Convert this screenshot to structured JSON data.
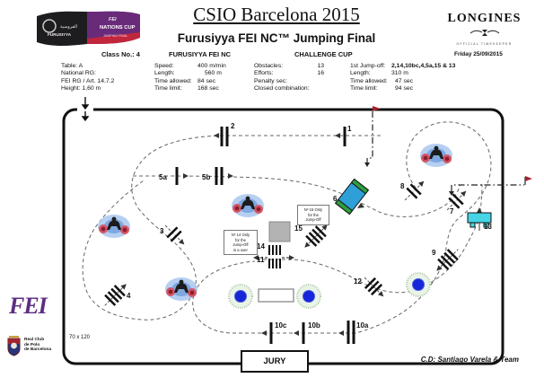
{
  "header": {
    "title": "CSIO Barcelona 2015",
    "subtitle": "Furusiyya FEI NC™ Jumping Final",
    "furusiyya": {
      "arabic": "الفروسية",
      "left": "FURUSIYYA",
      "fei": "FEI",
      "right1": "NATIONS CUP",
      "right2": "JUMPING FINAL"
    },
    "longines": {
      "name": "LONGINES",
      "tagline": "OFFICIAL TIMEKEEPER"
    }
  },
  "class_row": {
    "class_no": "Class No.: 4",
    "event": "FURUSIYYA FEI NC",
    "cup": "CHALLENGE CUP",
    "date": "Friday 25/09/2015"
  },
  "info": {
    "table": "Table: A",
    "national": "National RG:",
    "fei_rg": "FEI RG / Art. 14.7.2",
    "height": "Height: 1,60 m",
    "speed_l": "Speed:",
    "speed_v": "400 m/min",
    "length_l": "Length:",
    "length_v": "560 m",
    "ta_l": "Time allowed:",
    "ta_v": "84 sec",
    "tl_l": "Time limit:",
    "tl_v": "168 sec",
    "obstacles_l": "Obstacles:",
    "obstacles_v": "13",
    "efforts_l": "Efforts:",
    "efforts_v": "16",
    "penalty_l": "Penalty sec:",
    "penalty_v": "",
    "closed_l": "Closed combination:",
    "closed_v": "",
    "jo_l": "1st Jump-off:",
    "jo_v": "2,14,10bc,4,5a,15 & 13",
    "jo_length_l": "Length:",
    "jo_length_v": "310 m",
    "jo_ta_l": "Time allowed:",
    "jo_ta_v": "47 sec",
    "jo_tl_l": "Time limit:",
    "jo_tl_v": "94 sec"
  },
  "arena": {
    "size": "70 x 120",
    "jury": "JURY",
    "designer": "C.D: Santiago Varela & Team",
    "note15": {
      "l1": "Nº 15 Only",
      "l2": "for the",
      "l3": "Jump-Off"
    },
    "note14": {
      "l1": "Nº 14 Only",
      "l2": "for the",
      "l3": "Jump-Off",
      "l4": "is a oxer"
    },
    "labels": {
      "n1": "1",
      "n2": "2",
      "n3": "3",
      "n4": "4",
      "n5a": "5a",
      "n5b": "5b",
      "n6": "6",
      "n7": "7",
      "n8": "8",
      "n9": "9",
      "n10a": "10a",
      "n10b": "10b",
      "n10c": "10c",
      "n11": "11",
      "n12": "12",
      "n13": "13",
      "n14": "14",
      "n15": "15"
    }
  },
  "footer": {
    "fei": "FEI",
    "club1": "Real Club",
    "club2": "de Polo",
    "club3": "de Barcelona"
  },
  "colors": {
    "flag_purple": "#6a2a7a",
    "flag_black": "#1d1d20",
    "flag_red": "#c0273d",
    "jump_blue": "#2f9fd8",
    "jump_green": "#2f9e3f",
    "wall_cyan": "#45d5e5",
    "tree_blue": "#1626d8",
    "fei_purple": "#5c2d82"
  }
}
